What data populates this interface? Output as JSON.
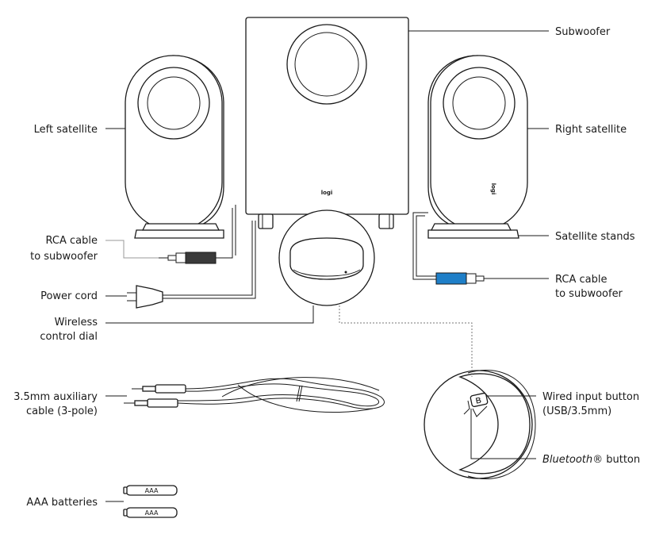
{
  "labels": {
    "subwoofer": "Subwoofer",
    "left_satellite": "Left satellite",
    "right_satellite": "Right satellite",
    "satellite_stands": "Satellite stands",
    "rca_left_1": "RCA cable",
    "rca_left_2": "to subwoofer",
    "rca_right_1": "RCA cable",
    "rca_right_2": "to subwoofer",
    "power_cord": "Power cord",
    "wireless_1": "Wireless",
    "wireless_2": "control dial",
    "aux_1": "3.5mm auxiliary",
    "aux_2": "cable (3-pole)",
    "wired_input_1": "Wired input button",
    "wired_input_2": "(USB/3.5mm)",
    "bluetooth_button_italic": "Bluetooth",
    "bluetooth_button_rest": "® button",
    "aaa_batteries": "AAA batteries"
  },
  "battery_text": [
    "AAA",
    "AAA"
  ],
  "logo_text": "logi",
  "colors": {
    "line": "#1a1a1a",
    "rca_left_plug": "#3a3a3a",
    "rca_right_plug": "#1f7fc8",
    "callout_gray": "#9a9a9a"
  }
}
